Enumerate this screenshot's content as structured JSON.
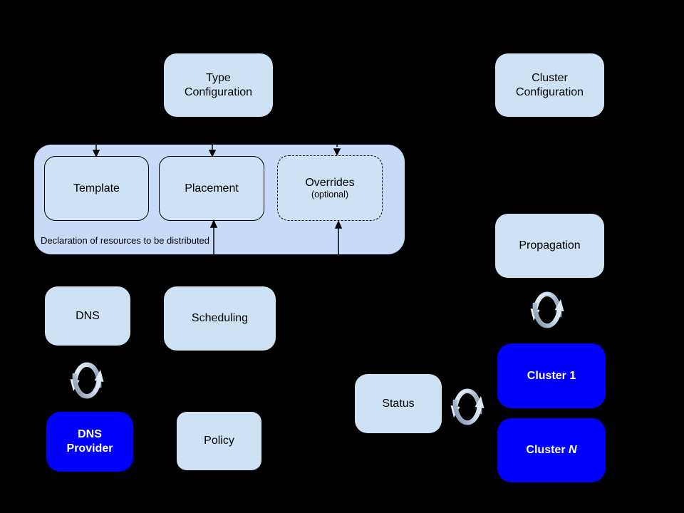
{
  "diagram": {
    "nodes": {
      "type_configuration": {
        "label": "Type\nConfiguration"
      },
      "cluster_configuration": {
        "label": "Cluster\nConfiguration"
      },
      "template": {
        "label": "Template"
      },
      "placement": {
        "label": "Placement"
      },
      "overrides": {
        "label": "Overrides",
        "sublabel": "(optional)"
      },
      "resource_group": {
        "caption": "Declaration of resources to be distributed"
      },
      "dns": {
        "label": "DNS"
      },
      "scheduling": {
        "label": "Scheduling"
      },
      "dns_provider": {
        "label": "DNS\nProvider"
      },
      "policy": {
        "label": "Policy"
      },
      "propagation": {
        "label": "Propagation"
      },
      "status": {
        "label": "Status"
      },
      "cluster_1": {
        "label": "Cluster 1"
      },
      "cluster_n": {
        "label_prefix": "Cluster",
        "label_n": "N"
      }
    },
    "icons": {
      "sync": "circular-sync-arrows"
    },
    "colors": {
      "background": "#000000",
      "light_box_fill": "#cfe2f3",
      "group_fill": "#c9daf8",
      "blue_box_fill": "#0000ff",
      "blue_box_text": "#ffffff",
      "box_text": "#000000",
      "arrow": "#000000",
      "sync_dark": "#8fa0b3",
      "sync_light": "#edf3fa"
    }
  }
}
